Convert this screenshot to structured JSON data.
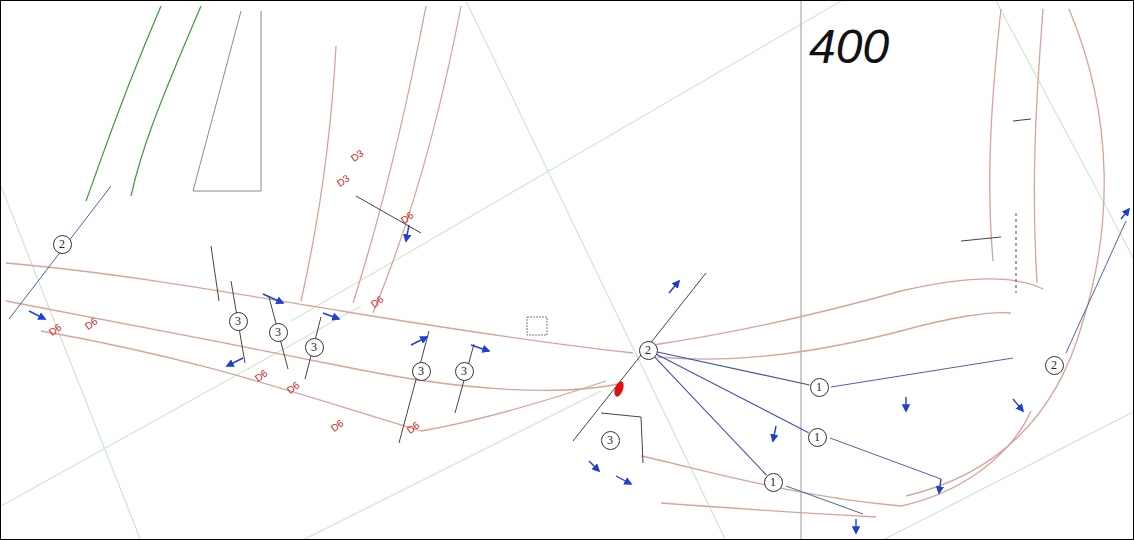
{
  "diagram": {
    "nodes": [
      {
        "text": [
          "2"
        ]
      },
      {
        "text": [
          "3"
        ]
      },
      {
        "text": [
          "3"
        ]
      },
      {
        "text": [
          "3"
        ]
      },
      {
        "text": [
          "3"
        ]
      },
      {
        "text": [
          "3"
        ]
      },
      {
        "text": [
          "2"
        ]
      },
      {
        "text": [
          "3"
        ]
      },
      {
        "text": [
          "1"
        ]
      },
      {
        "text": [
          "1"
        ]
      },
      {
        "text": [
          "1"
        ]
      },
      {
        "text": [
          "2"
        ]
      }
    ],
    "edges": [
      {
        "from": 6,
        "to": 8,
        "arrow": "none"
      },
      {
        "from": 6,
        "to": 9,
        "arrow": "none"
      },
      {
        "from": 6,
        "to": 10,
        "arrow": "none"
      }
    ],
    "labels": [
      "400",
      "D3",
      "D3",
      "D6",
      "D6",
      "D6",
      "D6",
      "D6",
      "D6",
      "D6",
      "D6"
    ]
  }
}
